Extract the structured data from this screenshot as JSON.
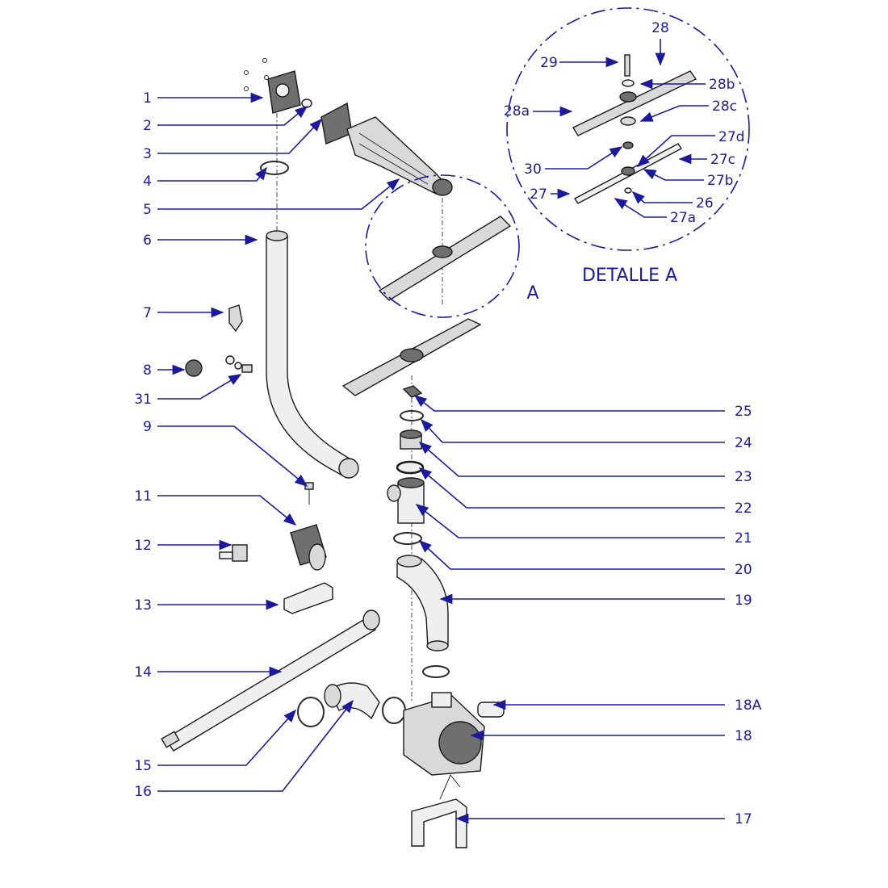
{
  "detail": {
    "title": "DETALLE A",
    "callout": "A"
  },
  "labels_left": [
    "1",
    "2",
    "3",
    "4",
    "5",
    "6",
    "7",
    "8",
    "31",
    "9",
    "11",
    "12",
    "13",
    "14",
    "15",
    "16"
  ],
  "labels_right": [
    "25",
    "24",
    "23",
    "22",
    "21",
    "20",
    "19",
    "18A",
    "18",
    "17"
  ],
  "labels_detail": [
    "28",
    "29",
    "28b",
    "28a",
    "28c",
    "27d",
    "30",
    "27c",
    "27b",
    "27",
    "26",
    "27a"
  ],
  "colors": {
    "leader": "#1a1a9a",
    "part_outline": "#1a1a1a",
    "part_fill": "#d9d9d9"
  }
}
